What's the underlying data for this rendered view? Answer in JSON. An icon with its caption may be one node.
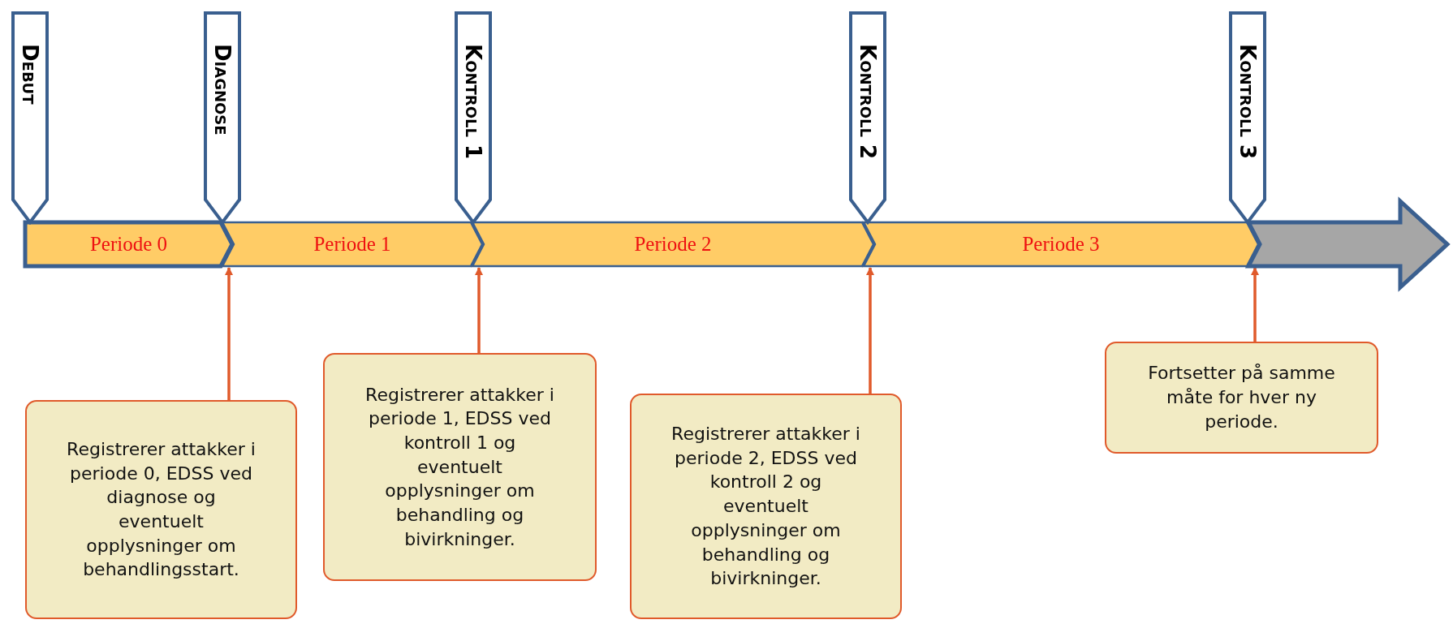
{
  "diagram": {
    "nodes": [
      {
        "text": [
          "Debut"
        ]
      },
      {
        "text": [
          "Diagnose"
        ]
      },
      {
        "text": [
          "Kontroll 1"
        ]
      },
      {
        "text": [
          "Kontroll 2"
        ]
      },
      {
        "text": [
          "Kontroll 3"
        ]
      },
      {
        "text": [
          "Periode 0"
        ]
      },
      {
        "text": [
          "Periode 1"
        ]
      },
      {
        "text": [
          "Periode 2"
        ]
      },
      {
        "text": [
          "Periode 3"
        ]
      },
      {
        "text": [],
        "shape": "arrow"
      },
      {
        "text": [
          "Registrerer attakker i periode 0, EDSS ved diagnose og eventuelt opplysninger om behandlingsstart."
        ]
      },
      {
        "text": [
          "Registrerer attakker i periode 1, EDSS ved kontroll 1 og eventuelt opplysninger om behandling og bivirkninger."
        ]
      },
      {
        "text": [
          "Registrerer attakker i periode 2, EDSS ved kontroll 2 og eventuelt opplysninger om behandling og bivirkninger."
        ]
      },
      {
        "text": [
          "Fortsetter på samme måte for hver ny periode."
        ]
      }
    ],
    "edges": [
      {
        "from": 10,
        "to": 5,
        "arrow": "to"
      },
      {
        "from": 11,
        "to": 6,
        "arrow": "to"
      },
      {
        "from": 12,
        "to": 7,
        "arrow": "to"
      },
      {
        "from": 13,
        "to": 8,
        "arrow": "to"
      }
    ]
  }
}
